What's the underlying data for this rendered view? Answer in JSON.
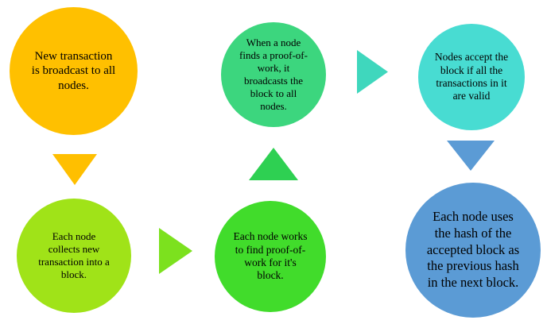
{
  "diagram_type": "flowchart",
  "nodes": [
    {
      "id": "step-1",
      "text": "New transaction is broadcast to all nodes.",
      "color": "#FFC000"
    },
    {
      "id": "step-2",
      "text": "Each node collects new transaction into a block.",
      "color": "#A0E318"
    },
    {
      "id": "step-3",
      "text": "Each node works to find proof-of-work for it's block.",
      "color": "#41DC2B"
    },
    {
      "id": "step-4",
      "text": "When a node finds a proof-of-work, it broadcasts the block to all nodes.",
      "color": "#3CD67E"
    },
    {
      "id": "step-5",
      "text": "Nodes accept the block if all the transactions in it are valid",
      "color": "#48DCD2"
    },
    {
      "id": "step-6",
      "text": "Each node uses the hash of the accepted block as the previous hash in the next block.",
      "color": "#5B9BD5"
    }
  ],
  "arrows": [
    {
      "id": "arrow-1",
      "direction": "down",
      "color": "#FFBF00"
    },
    {
      "id": "arrow-2",
      "direction": "right",
      "color": "#7CE11E"
    },
    {
      "id": "arrow-3",
      "direction": "up",
      "color": "#2ED052"
    },
    {
      "id": "arrow-4",
      "direction": "right",
      "color": "#3FD7BD"
    },
    {
      "id": "arrow-5",
      "direction": "down",
      "color": "#5B9BD5"
    }
  ]
}
